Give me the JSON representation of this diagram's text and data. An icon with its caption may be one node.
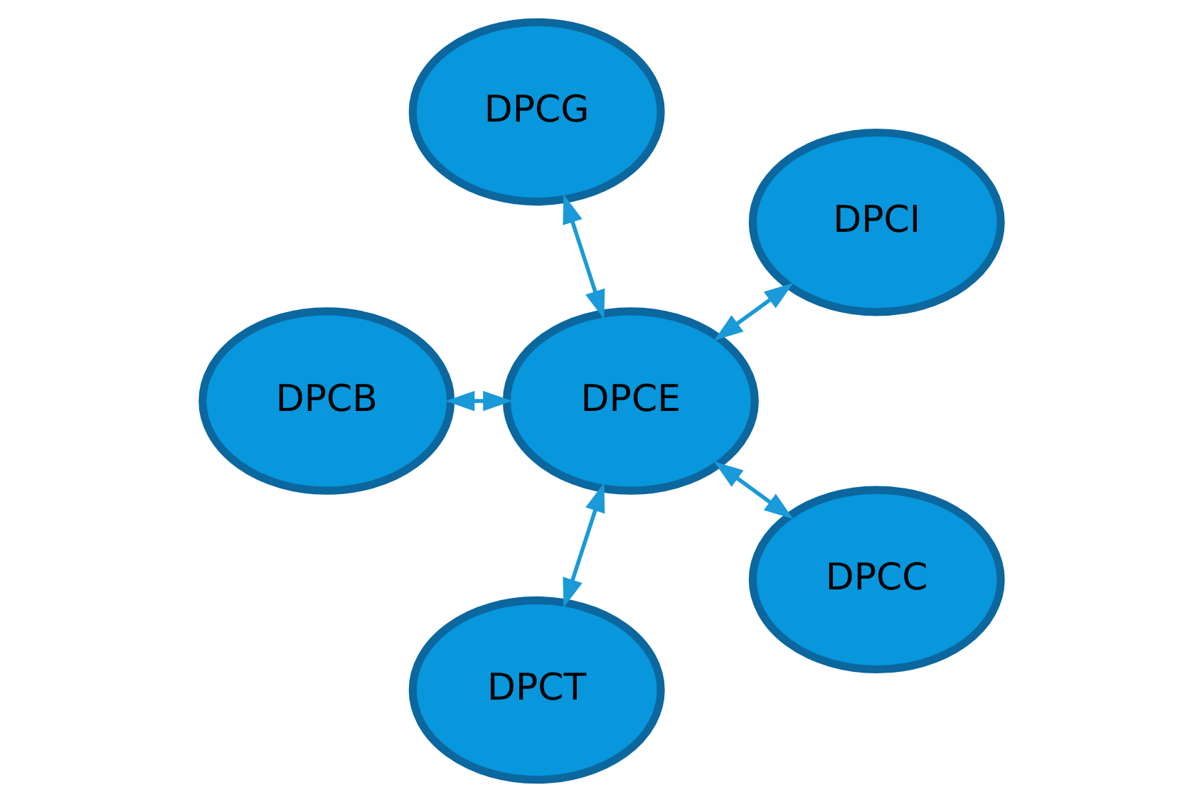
{
  "diagram": {
    "nodes": [
      {
        "text": [
          "DPCI"
        ]
      },
      {
        "text": [
          "DPCG"
        ]
      },
      {
        "text": [
          "DPCE"
        ]
      },
      {
        "text": [
          "DPCB"
        ]
      },
      {
        "text": [
          "DPCT"
        ]
      },
      {
        "text": [
          "DPCC"
        ]
      }
    ],
    "edges": [
      {
        "from": 2,
        "to": 0,
        "arrow": "both"
      },
      {
        "from": 2,
        "to": 1,
        "arrow": "both"
      },
      {
        "from": 2,
        "to": 3,
        "arrow": "both"
      },
      {
        "from": 2,
        "to": 5,
        "arrow": "both"
      },
      {
        "from": 2,
        "to": 4,
        "arrow": "both"
      }
    ]
  }
}
